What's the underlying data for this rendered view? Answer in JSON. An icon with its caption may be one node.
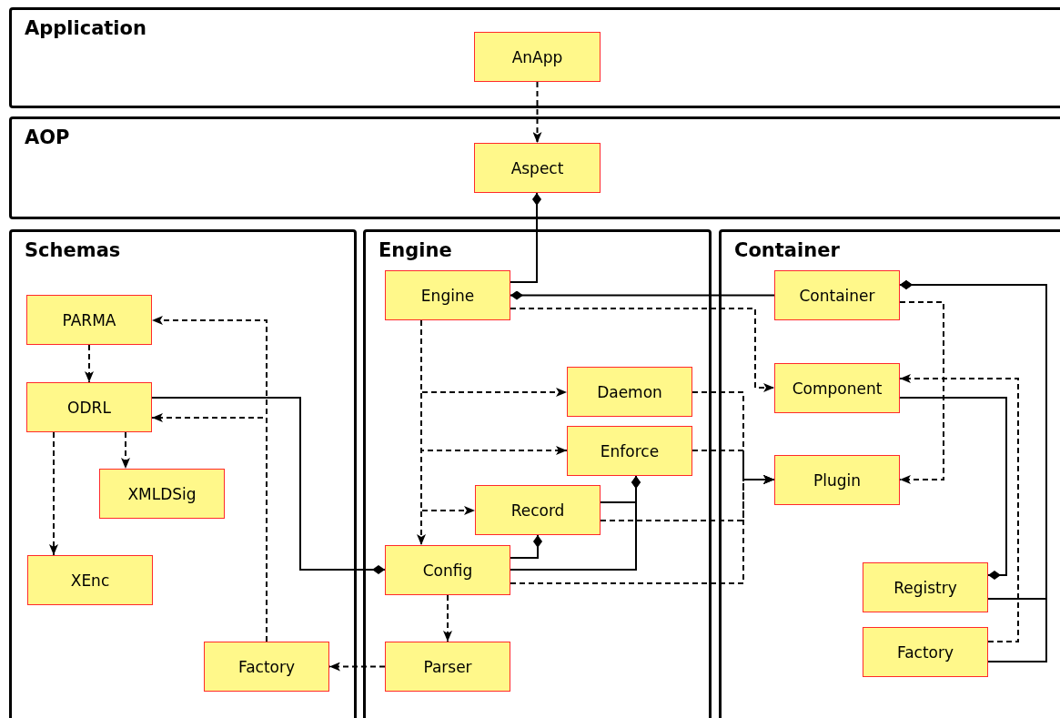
{
  "diagram": {
    "nodes": [
      {
        "text": [
          "Application"
        ]
      },
      {
        "text": [
          "AnApp"
        ],
        "in": 0
      },
      {
        "text": [
          "AOP"
        ]
      },
      {
        "text": [
          "Aspect"
        ],
        "in": 2
      },
      {
        "text": [
          "Schemas"
        ]
      },
      {
        "text": [
          "PARMA"
        ],
        "in": 4
      },
      {
        "text": [
          "ODRL"
        ],
        "in": 4
      },
      {
        "text": [
          "XMLDSig"
        ],
        "in": 4
      },
      {
        "text": [
          "XEnc"
        ],
        "in": 4
      },
      {
        "text": [
          "Factory"
        ],
        "in": 4
      },
      {
        "text": [
          "Engine"
        ]
      },
      {
        "text": [
          "Engine"
        ],
        "in": 10
      },
      {
        "text": [
          "Daemon"
        ],
        "in": 10
      },
      {
        "text": [
          "Enforce"
        ],
        "in": 10
      },
      {
        "text": [
          "Record"
        ],
        "in": 10
      },
      {
        "text": [
          "Config"
        ],
        "in": 10
      },
      {
        "text": [
          "Parser"
        ],
        "in": 10
      },
      {
        "text": [
          "Container"
        ]
      },
      {
        "text": [
          "Container"
        ],
        "in": 17
      },
      {
        "text": [
          "Component"
        ],
        "in": 17
      },
      {
        "text": [
          "Plugin"
        ],
        "in": 17
      },
      {
        "text": [
          "Registry"
        ],
        "in": 17
      },
      {
        "text": [
          "Factory"
        ],
        "in": 17
      }
    ],
    "edges": [
      {
        "from": 1,
        "to": 3,
        "arrow": "to",
        "style": "dashed"
      },
      {
        "from": 11,
        "to": 3,
        "arrow": "other"
      },
      {
        "from": 18,
        "to": 11,
        "arrow": "other"
      },
      {
        "from": 11,
        "to": 19,
        "arrow": "to",
        "style": "dashed"
      },
      {
        "from": 11,
        "to": 12,
        "arrow": "to",
        "style": "dashed"
      },
      {
        "from": 11,
        "to": 13,
        "arrow": "to",
        "style": "dashed"
      },
      {
        "from": 11,
        "to": 14,
        "arrow": "to",
        "style": "dashed"
      },
      {
        "from": 11,
        "to": 15,
        "arrow": "to",
        "style": "dashed"
      },
      {
        "from": 12,
        "to": 20,
        "arrow": "to",
        "style": "dashed"
      },
      {
        "from": 13,
        "to": 20,
        "arrow": "to",
        "style": "dashed"
      },
      {
        "from": 14,
        "to": 20,
        "arrow": "to",
        "style": "dashed"
      },
      {
        "from": 15,
        "to": 20,
        "arrow": "to",
        "style": "dashed"
      },
      {
        "from": 14,
        "to": 13,
        "arrow": "other"
      },
      {
        "from": 15,
        "to": 13,
        "arrow": "other"
      },
      {
        "from": 15,
        "to": 14,
        "arrow": "other"
      },
      {
        "from": 6,
        "to": 15,
        "arrow": "other"
      },
      {
        "from": 15,
        "to": 16,
        "arrow": "to",
        "style": "dashed"
      },
      {
        "from": 16,
        "to": 9,
        "arrow": "to",
        "style": "dashed"
      },
      {
        "from": 9,
        "to": 5,
        "arrow": "to",
        "style": "dashed"
      },
      {
        "from": 9,
        "to": 6,
        "arrow": "to",
        "style": "dashed"
      },
      {
        "from": 5,
        "to": 6,
        "arrow": "to",
        "style": "dashed"
      },
      {
        "from": 6,
        "to": 7,
        "arrow": "to",
        "style": "dashed"
      },
      {
        "from": 6,
        "to": 8,
        "arrow": "to",
        "style": "dashed"
      },
      {
        "from": 18,
        "to": 20,
        "arrow": "to",
        "style": "dashed"
      },
      {
        "from": 22,
        "to": 19,
        "arrow": "to",
        "style": "dashed"
      },
      {
        "from": 19,
        "to": 21,
        "arrow": "other"
      },
      {
        "from": 21,
        "to": 18,
        "arrow": "other"
      },
      {
        "from": 22,
        "to": 18,
        "arrow": "other"
      }
    ]
  }
}
